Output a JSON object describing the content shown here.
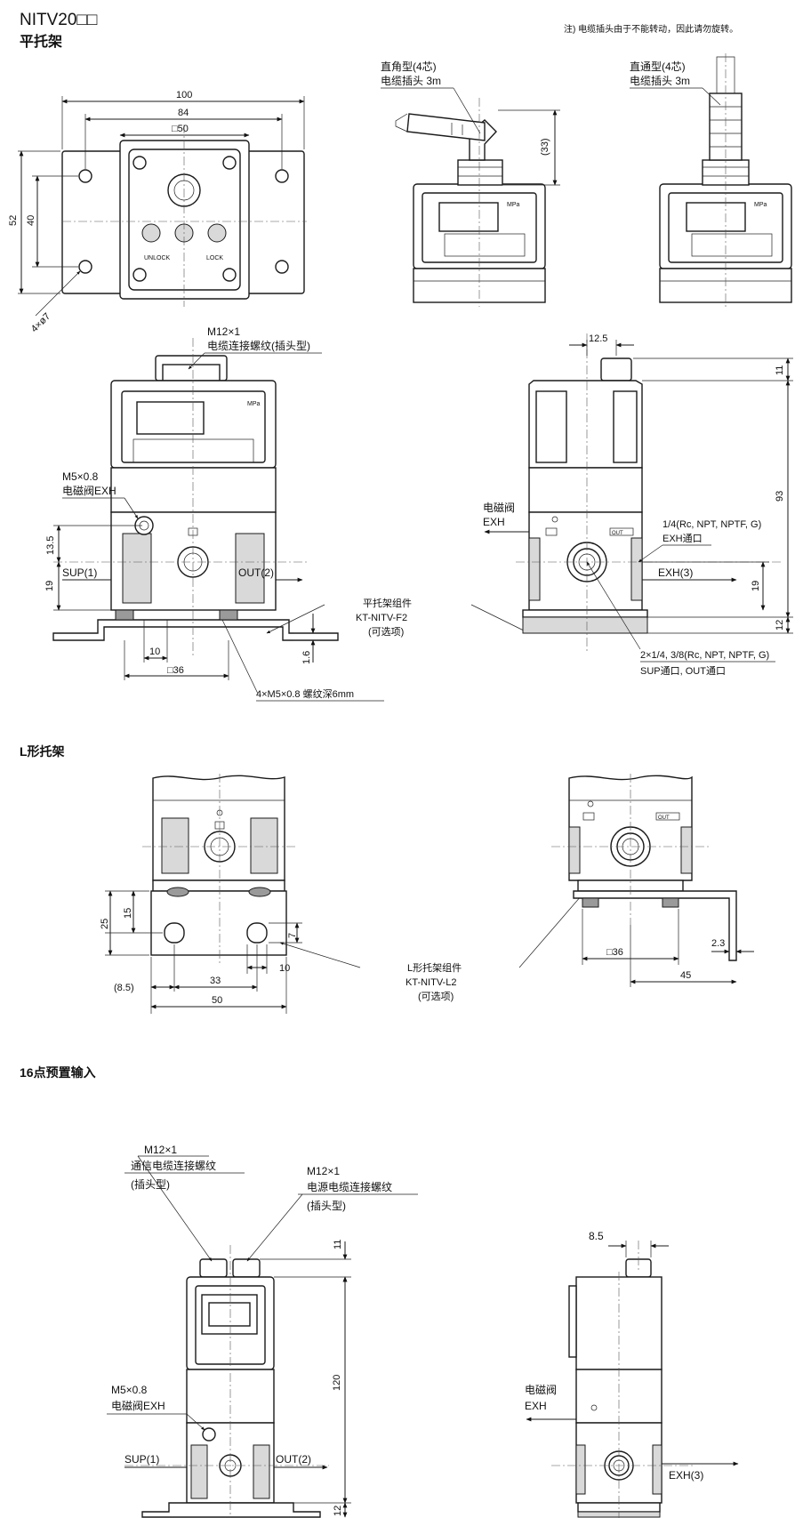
{
  "header": {
    "model": "NITV20□□",
    "flat_bracket_title": "平托架",
    "note": "注) 电缆插头由于不能转动，因此请勿旋转。"
  },
  "flat_top": {
    "dim_100": "100",
    "dim_84": "84",
    "dim_50": "□50",
    "dim_52": "52",
    "dim_40": "40",
    "dim_holes": "4×ø7",
    "unlock": "UNLOCK",
    "lock": "LOCK"
  },
  "right_angle": {
    "label_1": "直角型(4芯)",
    "label_2": "电缆插头 3m",
    "dim_33": "(33)",
    "mpa": "MPa"
  },
  "straight": {
    "label_1": "直通型(4芯)",
    "label_2": "电缆插头 3m",
    "mpa": "MPa"
  },
  "front_flat": {
    "m12": "M12×1",
    "m12_desc": "电缆连接螺纹(插头型)",
    "m5": "M5×0.8",
    "m5_desc": "电磁阀EXH",
    "sup": "SUP(1)",
    "out": "OUT(2)",
    "dim_135": "13.5",
    "dim_19": "19",
    "dim_10": "10",
    "dim_36": "□36",
    "dim_16": "1.6",
    "screw": "4×M5×0.8 螺纹深6mm",
    "kit_1": "平托架组件",
    "kit_2": "KT-NITV-F2",
    "kit_3": "(可选项)",
    "mpa": "MPa"
  },
  "side_flat": {
    "dim_125": "12.5",
    "dim_11": "11",
    "dim_93": "93",
    "dim_19": "19",
    "dim_12": "12",
    "exh_1": "电磁阀",
    "exh_2": "EXH",
    "port_1": "1/4(Rc, NPT, NPTF, G)",
    "port_2": "EXH通口",
    "exh3": "EXH(3)",
    "sup_out_1": "2×1/4, 3/8(Rc, NPT, NPTF, G)",
    "sup_out_2": "SUP通口, OUT通口",
    "out_tag": "OUT"
  },
  "l_bracket": {
    "title": "L形托架",
    "dim_25": "25",
    "dim_15": "15",
    "dim_7": "7",
    "dim_10": "10",
    "dim_85": "(8.5)",
    "dim_33": "33",
    "dim_50": "50",
    "kit_1": "L形托架组件",
    "kit_2": "KT-NITV-L2",
    "kit_3": "(可选项)",
    "dim_36": "□36",
    "dim_23": "2.3",
    "dim_45": "45",
    "out_tag": "OUT"
  },
  "preset": {
    "title": "16点预置输入",
    "m12_a": "M12×1",
    "m12_a_1": "通信电缆连接螺纹",
    "m12_a_2": "(插头型)",
    "m12_b": "M12×1",
    "m12_b_1": "电源电缆连接螺纹",
    "m12_b_2": "(插头型)",
    "dim_11": "11",
    "dim_120": "120",
    "dim_12": "12",
    "dim_85": "8.5",
    "m5": "M5×0.8",
    "m5_desc": "电磁阀EXH",
    "sup": "SUP(1)",
    "out": "OUT(2)",
    "exh_1": "电磁阀",
    "exh_2": "EXH",
    "exh3": "EXH(3)"
  }
}
